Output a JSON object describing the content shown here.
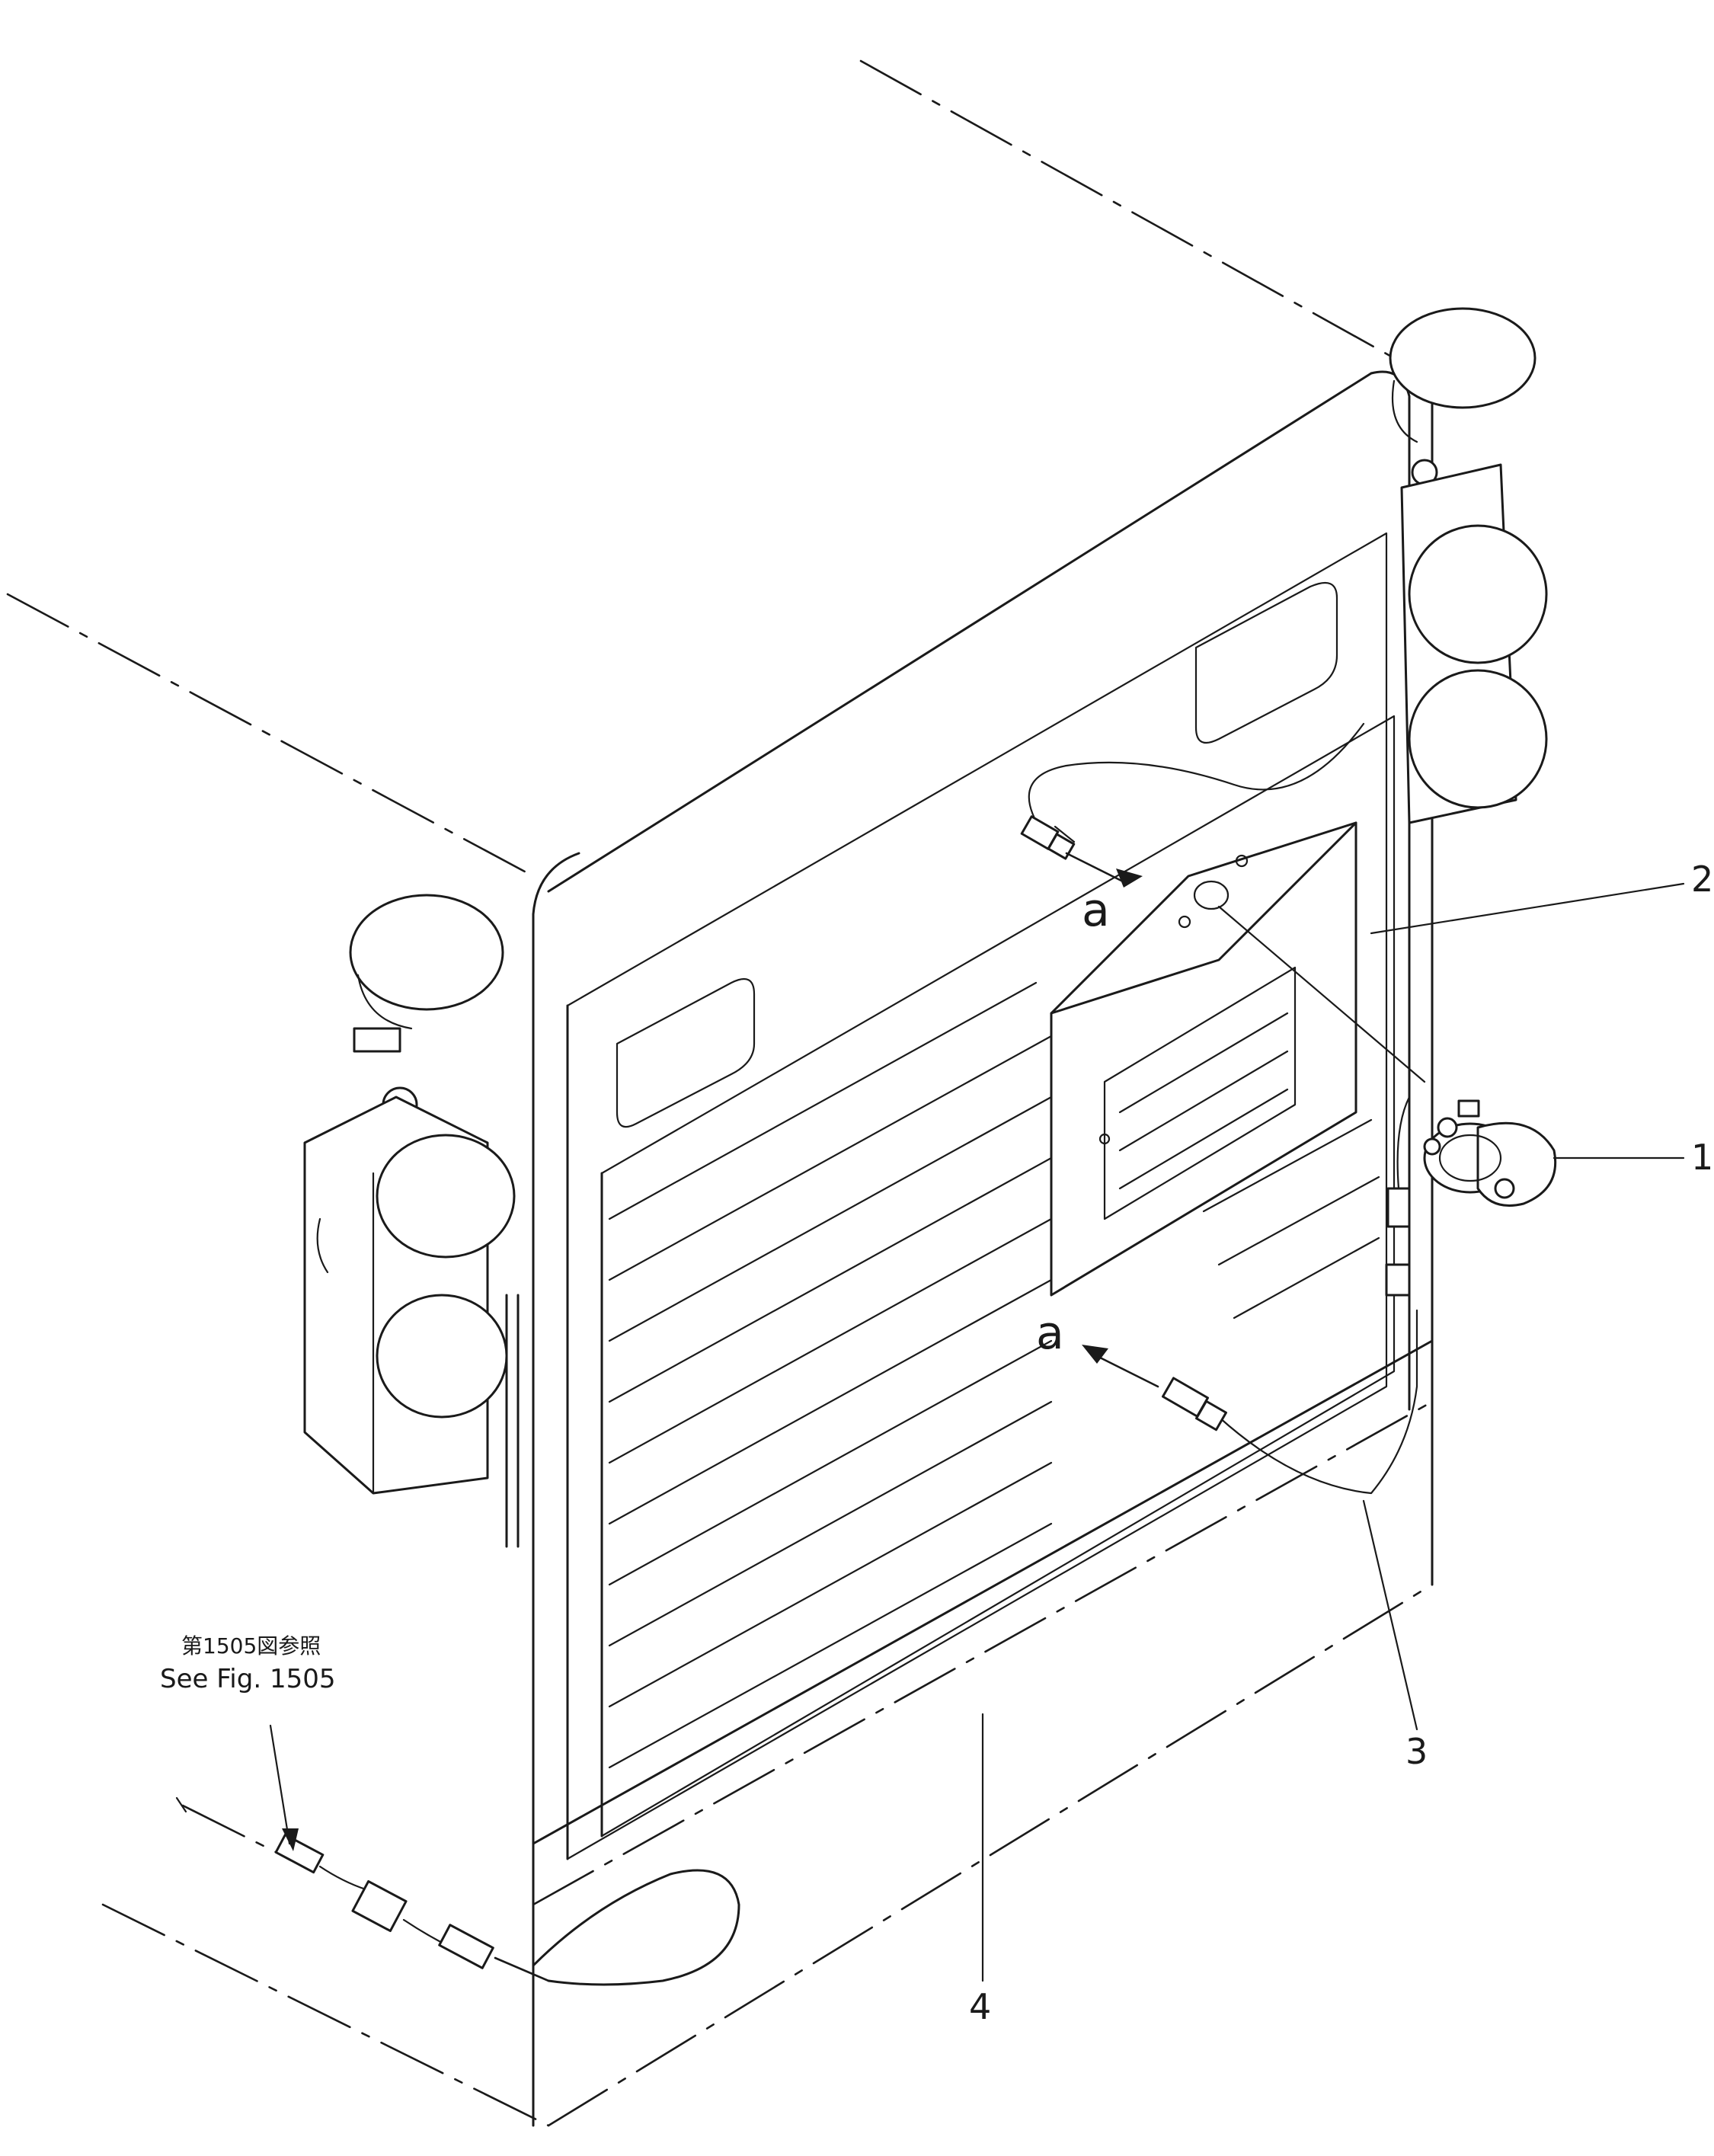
{
  "callouts": [
    {
      "id": "1",
      "text": "1"
    },
    {
      "id": "2",
      "text": "2"
    },
    {
      "id": "3",
      "text": "3"
    },
    {
      "id": "4",
      "text": "4"
    }
  ],
  "arrow_labels": [
    "a",
    "a"
  ],
  "reference": {
    "japanese": "第1505図参照",
    "english": "See Fig. 1505"
  }
}
